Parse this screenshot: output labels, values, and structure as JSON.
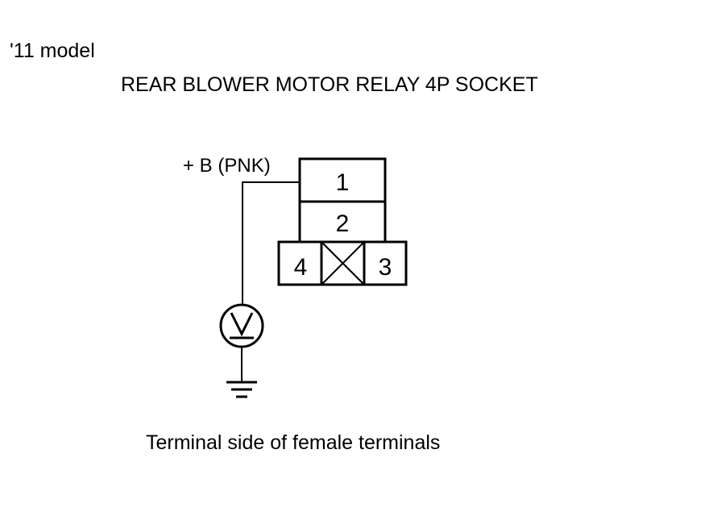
{
  "header": {
    "model": "'11 model",
    "title": "REAR BLOWER MOTOR RELAY 4P SOCKET"
  },
  "connector": {
    "wire_label": "+ B (PNK)",
    "terminals": [
      "1",
      "2",
      "4",
      "3"
    ]
  },
  "meter": {
    "symbol": "V"
  },
  "caption": "Terminal side of female terminals",
  "colors": {
    "line": "#000000",
    "background": "#ffffff"
  }
}
